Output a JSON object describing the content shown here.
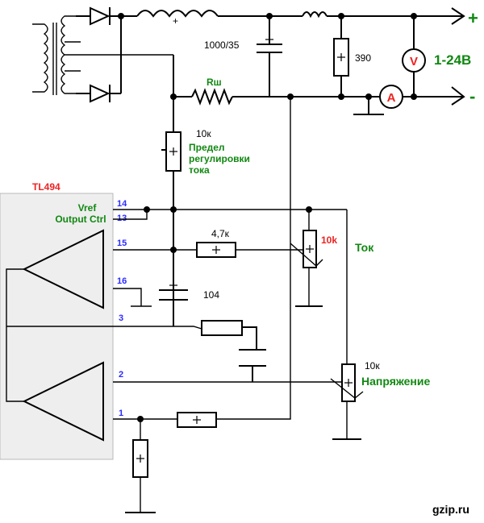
{
  "chip": {
    "name": "TL494",
    "vref": "Vref",
    "output_ctrl": "Output Ctrl"
  },
  "pins": {
    "p14": "14",
    "p13": "13",
    "p15": "15",
    "p16": "16",
    "p3": "3",
    "p2": "2",
    "p1": "1"
  },
  "components": {
    "c_main": "1000/35",
    "r_load": "390",
    "r_shunt": "Rш",
    "r_curlimit_value": "10к",
    "r_curlimit_label1": "Предел",
    "r_curlimit_label2": "регулировки",
    "r_curlimit_label3": "тока",
    "r_47": "4,7к",
    "c_104": "104",
    "pot_current_value": "10k",
    "pot_current_label": "Ток",
    "pot_voltage_value": "10к",
    "pot_voltage_label": "Напряжение"
  },
  "output": {
    "voltage_range": "1-24В",
    "plus": "+",
    "minus": "-",
    "voltmeter": "V",
    "ammeter": "A"
  },
  "watermark": "gzip.ru",
  "colors": {
    "green": "#118811",
    "red": "#ee2222",
    "blue": "#2b2bff",
    "chip_fill": "#eeeeee"
  }
}
